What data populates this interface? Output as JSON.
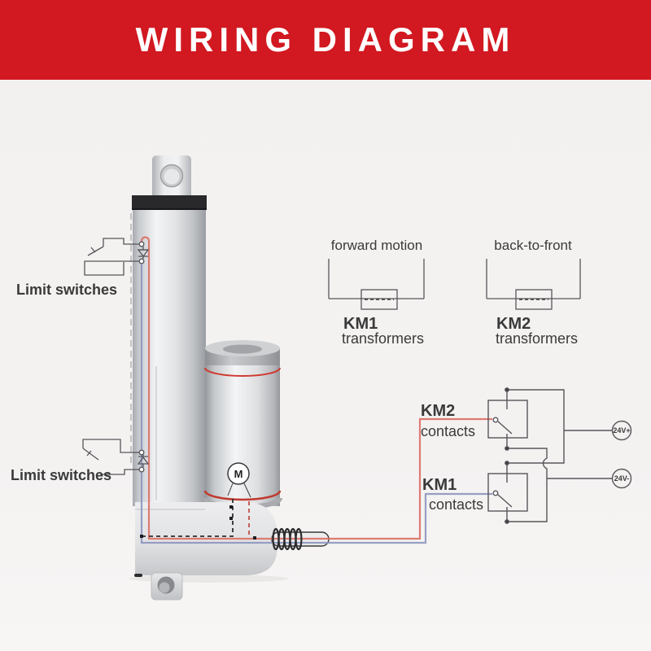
{
  "banner": {
    "title": "WIRING DIAGRAM"
  },
  "colors": {
    "banner_red": "#d21820",
    "wire_positive_red": "#dc6e65",
    "wire_negative_blue": "#8f97bf",
    "circuit_line": "#56565a",
    "text": "#3a3a3a"
  },
  "actuator": {
    "motor_label": "M"
  },
  "limit_switches": {
    "top_label": "Limit switches",
    "bottom_label": "Limit switches"
  },
  "transformers": {
    "left": {
      "motion": "forward motion",
      "name": "KM1",
      "caption": "transformers"
    },
    "right": {
      "motion": "back-to-front",
      "name": "KM2",
      "caption": "transformers"
    }
  },
  "contacts": {
    "top": {
      "name": "KM2",
      "caption": "contacts"
    },
    "bottom": {
      "name": "KM1",
      "caption": "contacts"
    }
  },
  "supply": {
    "positive": "24V+",
    "negative": "24V-"
  }
}
